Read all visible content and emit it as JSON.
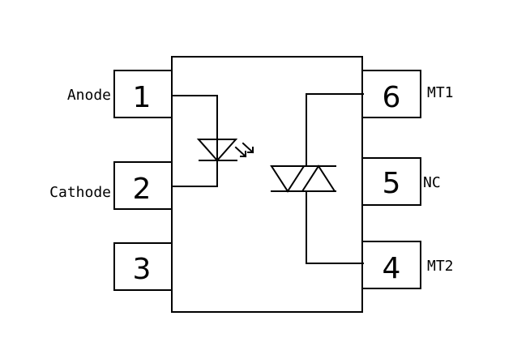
{
  "pins": [
    {
      "number": "1",
      "label": "Anode"
    },
    {
      "number": "2",
      "label": "Cathode"
    },
    {
      "number": "3",
      "label": ""
    },
    {
      "number": "4",
      "label": "MT2"
    },
    {
      "number": "5",
      "label": "NC"
    },
    {
      "number": "6",
      "label": "MT1"
    }
  ]
}
